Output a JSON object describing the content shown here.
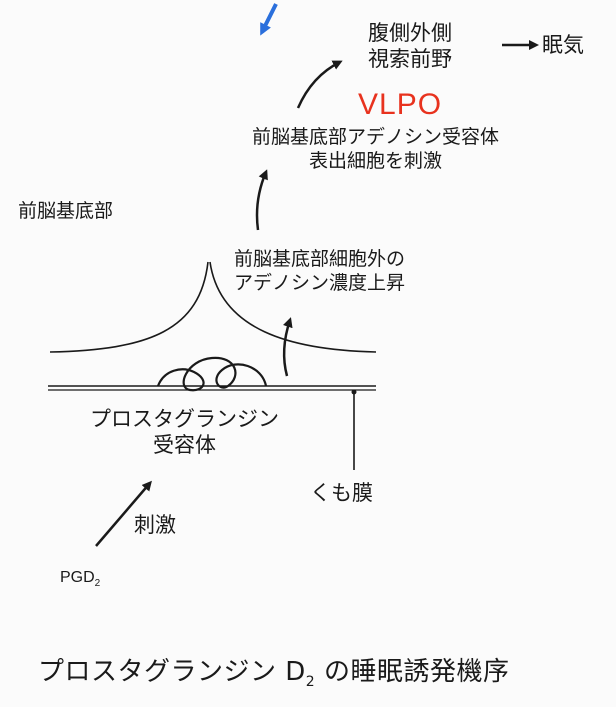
{
  "labels": {
    "vlpo_name_line1": "腹側外側",
    "vlpo_name_line2": "視索前野",
    "sleepiness": "眠気",
    "vlpo_abbrev": "VLPO",
    "receptor_cells_line1": "前脳基底部アデノシン受容体",
    "receptor_cells_line2": "表出細胞を刺激",
    "basal_forebrain": "前脳基底部",
    "adenosine_line1": "前脳基底部細胞外の",
    "adenosine_line2": "アデノシン濃度上昇",
    "pg_receptor_line1": "プロスタグランジン",
    "pg_receptor_line2": "受容体",
    "arachnoid": "くも膜",
    "stimulation": "刺激",
    "pgd_base": "PGD",
    "pgd_sub": "2"
  },
  "caption": {
    "main": "プロスタグランジン D",
    "sub": "2",
    "rest": " の睡眠誘発機序"
  },
  "colors": {
    "vlpo": "#e8321e",
    "annotation_arrow": "#2a6fdc",
    "ink": "#1a1a1a"
  }
}
